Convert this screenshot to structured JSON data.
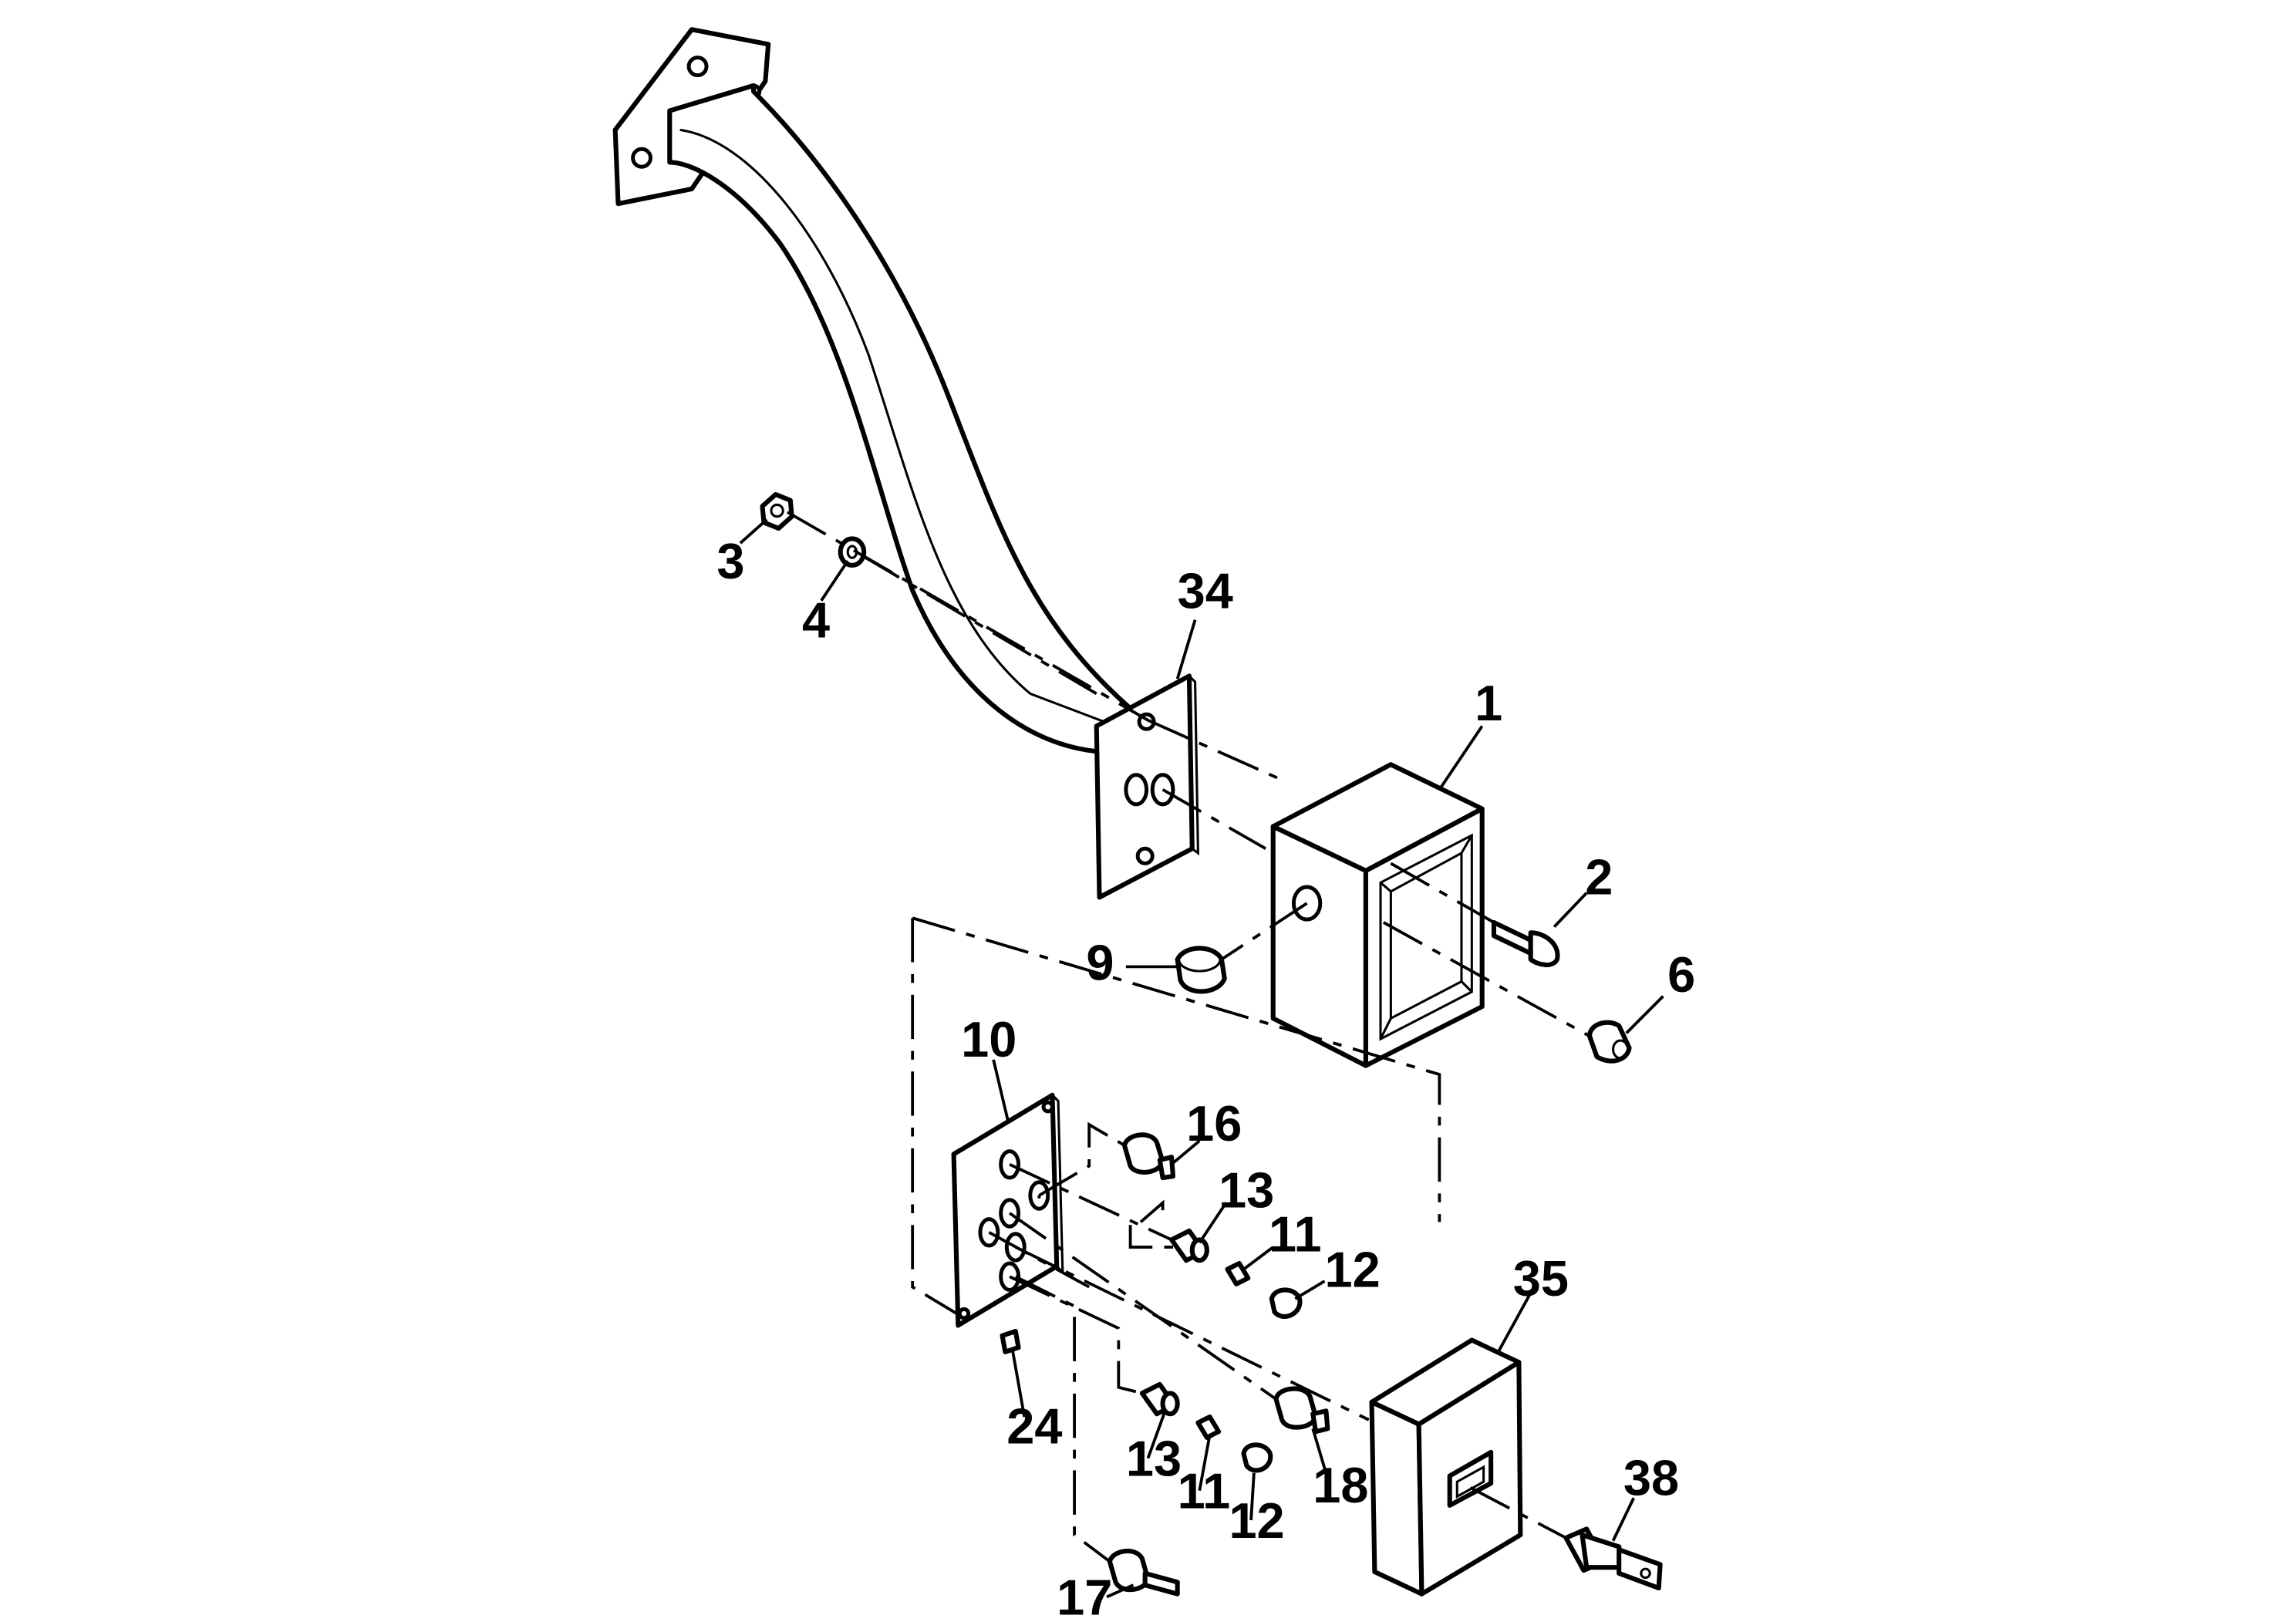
{
  "callouts": [
    {
      "id": "c1",
      "label": "1"
    },
    {
      "id": "c2",
      "label": "2"
    },
    {
      "id": "c3",
      "label": "3"
    },
    {
      "id": "c4",
      "label": "4"
    },
    {
      "id": "c6",
      "label": "6"
    },
    {
      "id": "c9",
      "label": "9"
    },
    {
      "id": "c10",
      "label": "10"
    },
    {
      "id": "c11a",
      "label": "11"
    },
    {
      "id": "c11b",
      "label": "11"
    },
    {
      "id": "c12a",
      "label": "12"
    },
    {
      "id": "c12b",
      "label": "12"
    },
    {
      "id": "c13a",
      "label": "13"
    },
    {
      "id": "c13b",
      "label": "13"
    },
    {
      "id": "c16",
      "label": "16"
    },
    {
      "id": "c17",
      "label": "17"
    },
    {
      "id": "c18",
      "label": "18"
    },
    {
      "id": "c24",
      "label": "24"
    },
    {
      "id": "c34",
      "label": "34"
    },
    {
      "id": "c35",
      "label": "35"
    },
    {
      "id": "c38",
      "label": "38"
    }
  ],
  "colors": {
    "line": "#000000",
    "background": "#ffffff"
  }
}
